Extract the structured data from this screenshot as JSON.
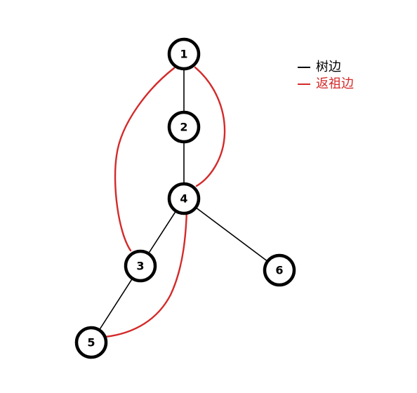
{
  "legend": {
    "tree_edge_label": "树边",
    "back_edge_label": "返祖边"
  },
  "colors": {
    "tree_edge": "#000000",
    "back_edge": "#d42a2a",
    "node_stroke": "#000000",
    "node_fill": "#ffffff"
  },
  "nodes": [
    {
      "id": "1",
      "label": "1"
    },
    {
      "id": "2",
      "label": "2"
    },
    {
      "id": "4",
      "label": "4"
    },
    {
      "id": "3",
      "label": "3"
    },
    {
      "id": "6",
      "label": "6"
    },
    {
      "id": "5",
      "label": "5"
    }
  ],
  "tree_edges": [
    {
      "from": "1",
      "to": "2"
    },
    {
      "from": "2",
      "to": "4"
    },
    {
      "from": "4",
      "to": "3"
    },
    {
      "from": "4",
      "to": "6"
    },
    {
      "from": "3",
      "to": "5"
    }
  ],
  "back_edges": [
    {
      "from": "3",
      "to": "1"
    },
    {
      "from": "4",
      "to": "1"
    },
    {
      "from": "5",
      "to": "4"
    }
  ]
}
